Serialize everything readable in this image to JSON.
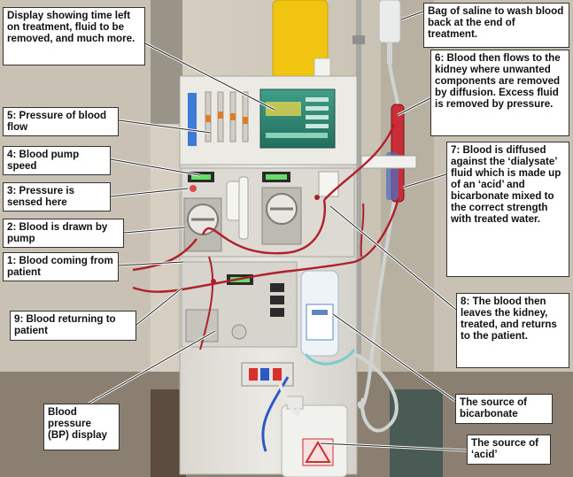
{
  "callouts": {
    "display": "Display showing time left on treatment, fluid to be removed, and much more.",
    "saline": "Bag of saline to wash blood back at the end of treatment.",
    "pressure_flow": "5: Pressure of blood flow",
    "kidney_flow": "6: Blood then flows to the kidney where unwanted components are removed by diffusion.  Excess fluid is removed by pressure.",
    "pump_speed": "4: Blood pump speed",
    "pressure_sensed": "3: Pressure is sensed here",
    "dialysate": "7: Blood is diffused against the ‘dialysate’ fluid which is made up of an ‘acid’ and bicarbonate mixed to the correct strength with treated water.",
    "drawn_by_pump": "2: Blood is drawn by pump",
    "from_patient": "1: Blood coming from patient",
    "leaves_kidney": "8: The blood then leaves the kidney, treated, and returns to the patient.",
    "returning": "9: Blood returning to patient",
    "bicarbonate": "The source of bicarbonate",
    "bp_display": "Blood pressure (BP) display",
    "acid": "The source of ‘acid’"
  },
  "colors": {
    "machine_body": "#e4e2dc",
    "screen": "#2f8c78",
    "blood_line": "#b0202a",
    "saline_tube": "#cfd4d2",
    "jug_yellow": "#f1c40f"
  }
}
